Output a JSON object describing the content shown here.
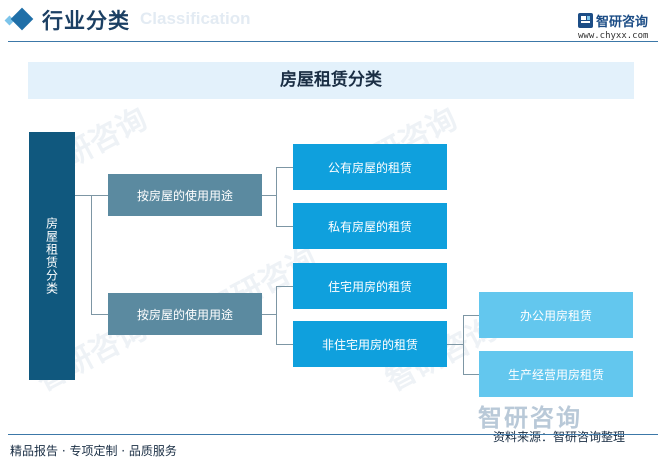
{
  "header": {
    "title": "行业分类",
    "subtitle_en": "Classification",
    "logo_name": "智研咨询",
    "logo_url": "www.chyxx.com"
  },
  "diagram": {
    "title": "房屋租赁分类",
    "root": "房屋租赁分类",
    "branches": [
      {
        "label": "按房屋的使用用途",
        "children": [
          {
            "label": "公有房屋的租赁"
          },
          {
            "label": "私有房屋的租赁"
          }
        ]
      },
      {
        "label": "按房屋的使用用途",
        "children": [
          {
            "label": "住宅用房的租赁"
          },
          {
            "label": "非住宅用房的租赁",
            "children": [
              {
                "label": "办公用房租赁"
              },
              {
                "label": "生产经营用房租赁"
              }
            ]
          }
        ]
      }
    ]
  },
  "footer": {
    "left": "精品报告 · 专项定制 · 品质服务",
    "source": "资料来源：智研咨询整理",
    "watermark": "智研咨询"
  },
  "colors": {
    "root": "#10587e",
    "branch": "#5b8aa0",
    "leaf": "#0fa0dd",
    "subleaf": "#63c7ee",
    "accent": "#1f6fa8"
  }
}
